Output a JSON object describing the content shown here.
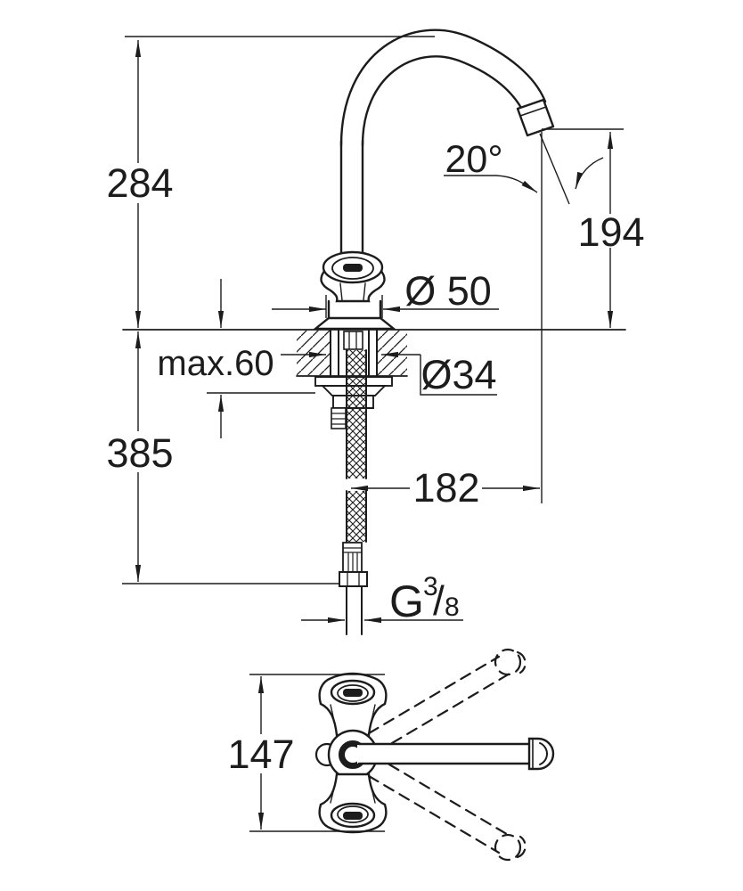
{
  "meta": {
    "title": "Faucet technical dimension drawing"
  },
  "colors": {
    "ink": "#1c1c1c",
    "bg": "#ffffff"
  },
  "dimensions": {
    "spout_height": "284",
    "spout_angle": "20°",
    "outlet_height": "194",
    "base_diameter": "Ø 50",
    "deck_thickness": "max.60",
    "shank_diameter": "Ø34",
    "below_deck_length": "385",
    "spout_reach": "182",
    "handle_span": "147",
    "thread": {
      "prefix": "G",
      "numerator": "3",
      "slash": "/",
      "denominator": "8"
    }
  }
}
